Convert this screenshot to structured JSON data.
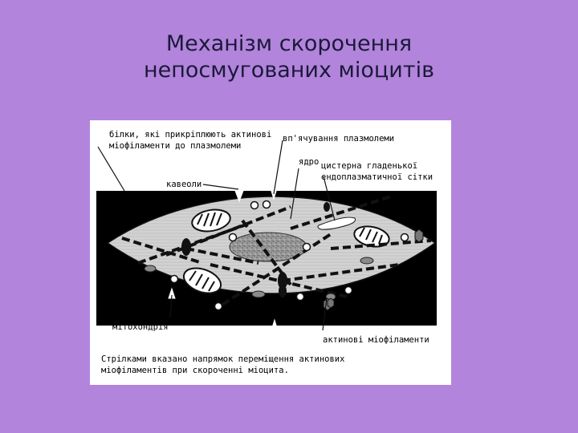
{
  "title": {
    "line1": "Механізм скорочення",
    "line2": "непосмугованих міоцитів"
  },
  "labels": {
    "attachment_proteins_1": "білки, які прикріплюють актинові",
    "attachment_proteins_2": "міофіламенти до плазмолеми",
    "plasmolemma_invagination": "вп'ячування плазмолеми",
    "nucleus": "ядро",
    "caveolae": "кавеоли",
    "smooth_er_1": "цистерна гладенької",
    "smooth_er_2": "ендоплазматичної сітки",
    "mitochondria": "мітохондрія",
    "actin_filaments": "актинові міофіламенти"
  },
  "caption": {
    "line1": "Стрілками вказано напрямок переміщення актинових",
    "line2": "міофіламентів при скороченні міоцита."
  },
  "colors": {
    "background": "#b384dc",
    "panel": "#ffffff",
    "cell_body": "#d0d0d0",
    "frame": "#000000"
  }
}
